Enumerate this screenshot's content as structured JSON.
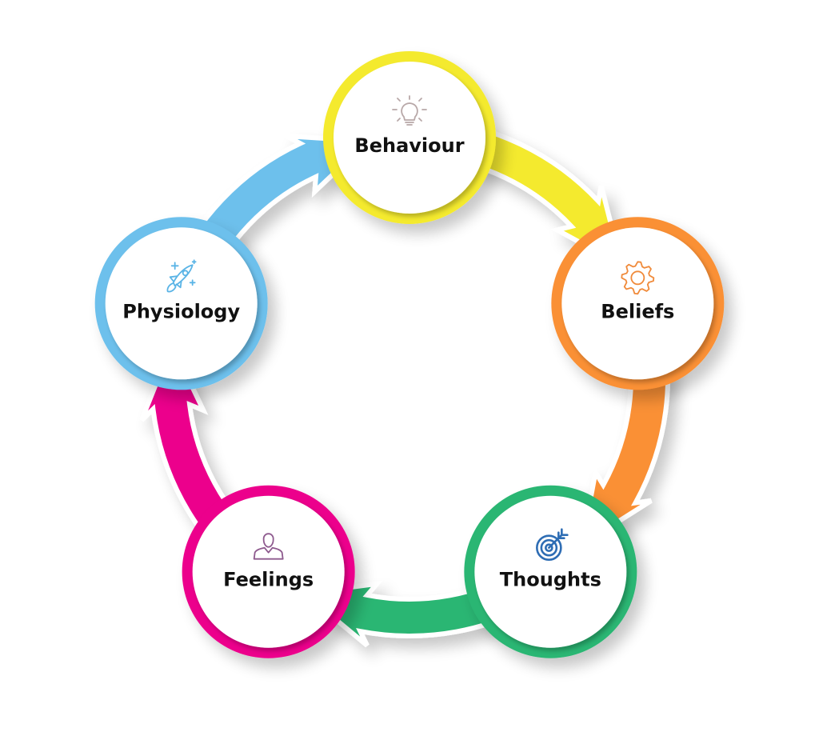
{
  "diagram": {
    "type": "cycle",
    "direction": "clockwise",
    "nodes": [
      {
        "id": "behaviour",
        "label": "Behaviour",
        "icon": "lightbulb-icon",
        "color": "#F4EA2E",
        "icon_color": "#B8A8A8"
      },
      {
        "id": "beliefs",
        "label": "Beliefs",
        "icon": "gear-icon",
        "color": "#FA9036",
        "icon_color": "#F08A3A"
      },
      {
        "id": "thoughts",
        "label": "Thoughts",
        "icon": "target-icon",
        "color": "#2BB673",
        "icon_color": "#2E6DB4"
      },
      {
        "id": "feelings",
        "label": "Feelings",
        "icon": "person-icon",
        "color": "#EC008C",
        "icon_color": "#8E5A8E"
      },
      {
        "id": "physiology",
        "label": "Physiology",
        "icon": "rocket-icon",
        "color": "#6DC0EC",
        "icon_color": "#5AB4E6"
      }
    ],
    "edges": [
      {
        "from": "behaviour",
        "to": "beliefs"
      },
      {
        "from": "beliefs",
        "to": "thoughts"
      },
      {
        "from": "thoughts",
        "to": "feelings"
      },
      {
        "from": "feelings",
        "to": "physiology"
      },
      {
        "from": "physiology",
        "to": "behaviour"
      }
    ]
  }
}
